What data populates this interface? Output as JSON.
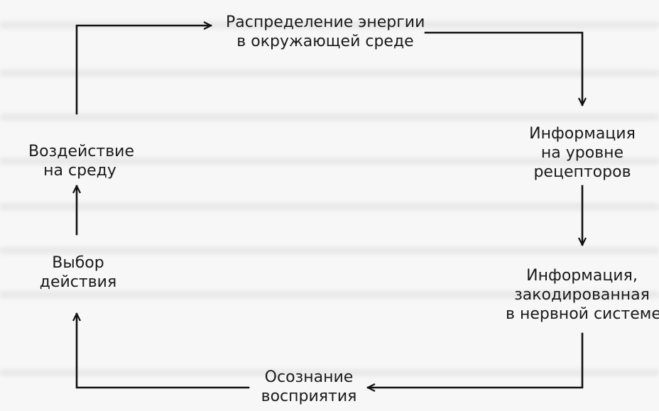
{
  "nodes": {
    "distribution": {
      "lines": [
        "Распределение энергии",
        "в окружающей среде"
      ]
    },
    "receptors": {
      "lines": [
        "Информация",
        "на уровне",
        "рецепторов"
      ]
    },
    "encoded": {
      "lines": [
        "Информация,",
        "закодированная",
        "в нервной системе"
      ]
    },
    "awareness": {
      "lines": [
        "Осознание",
        "восприятия"
      ]
    },
    "choice": {
      "lines": [
        "Выбор",
        "действия"
      ]
    },
    "impact": {
      "lines": [
        "Воздействие",
        "на среду"
      ]
    }
  },
  "colors": {
    "background": "#f7f7f7",
    "line": "#111111",
    "text": "#1a1a1a"
  }
}
